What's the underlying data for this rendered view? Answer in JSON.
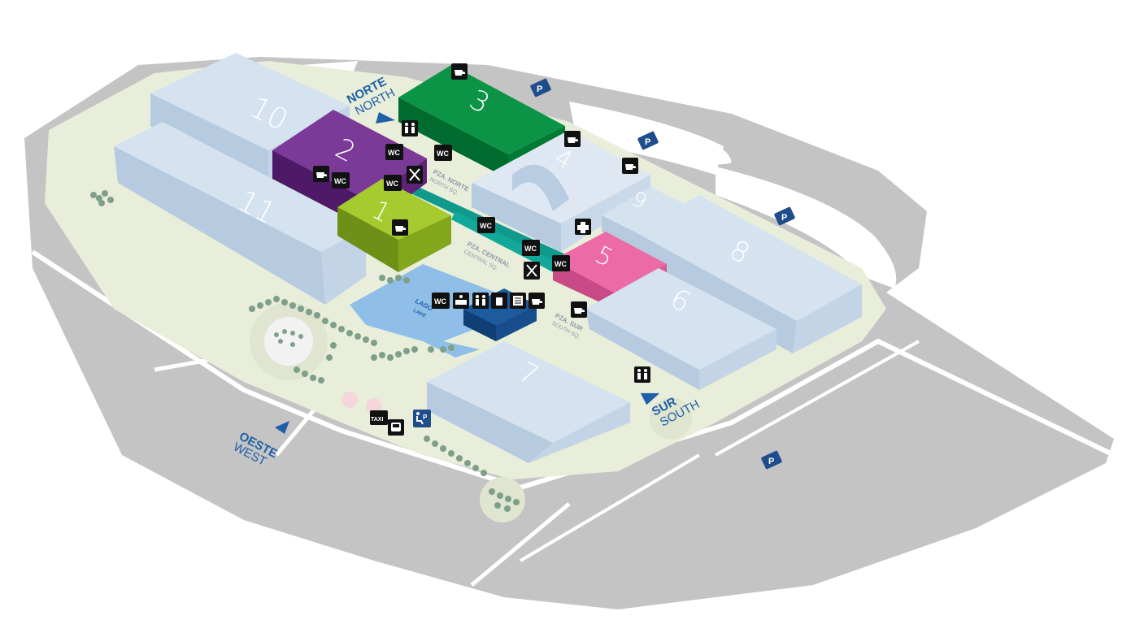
{
  "halls": [
    {
      "id": "10",
      "label": "10",
      "color": "#c9d9ea"
    },
    {
      "id": "11",
      "label": "11",
      "color": "#c9d9ea"
    },
    {
      "id": "2",
      "label": "2",
      "color": "#642582"
    },
    {
      "id": "1",
      "label": "1",
      "color": "#97bf1e"
    },
    {
      "id": "3",
      "label": "3",
      "color": "#008a3c"
    },
    {
      "id": "4",
      "label": "4",
      "color": "#d6e0ee"
    },
    {
      "id": "9",
      "label": "9",
      "color": "#c9d9ea"
    },
    {
      "id": "8",
      "label": "8",
      "color": "#c9d9ea"
    },
    {
      "id": "5",
      "label": "5",
      "color": "#e8609d"
    },
    {
      "id": "6",
      "label": "6",
      "color": "#c9d9ea"
    },
    {
      "id": "7",
      "label": "7",
      "color": "#c9d9ea"
    }
  ],
  "entrances": {
    "north": {
      "es": "NORTE",
      "en": "NORTH"
    },
    "south": {
      "es": "SUR",
      "en": "SOUTH"
    },
    "west": {
      "es": "OESTE",
      "en": "WEST"
    }
  },
  "plazas": {
    "north": {
      "es": "PZA. NORTE",
      "en": "NORTH SQ."
    },
    "central": {
      "es": "PZA. CENTRAL",
      "en": "CENTRAL SQ."
    },
    "south": {
      "es": "PZA. SUR",
      "en": "SOUTH SQ."
    }
  },
  "lake": {
    "es": "LAGO",
    "en": "LAKE"
  },
  "icons": {
    "wc": "WC",
    "taxi": "TAXI",
    "parking": "P"
  },
  "colors": {
    "ground": "#c4c4c4",
    "grounds_inner": "#e9eedb",
    "water": "#8fbfe8",
    "walkway": "#0f9a8c",
    "icon_bg": "#111111",
    "parking_bg": "#1f4d8c",
    "accent_blue": "#1f5fa8"
  }
}
